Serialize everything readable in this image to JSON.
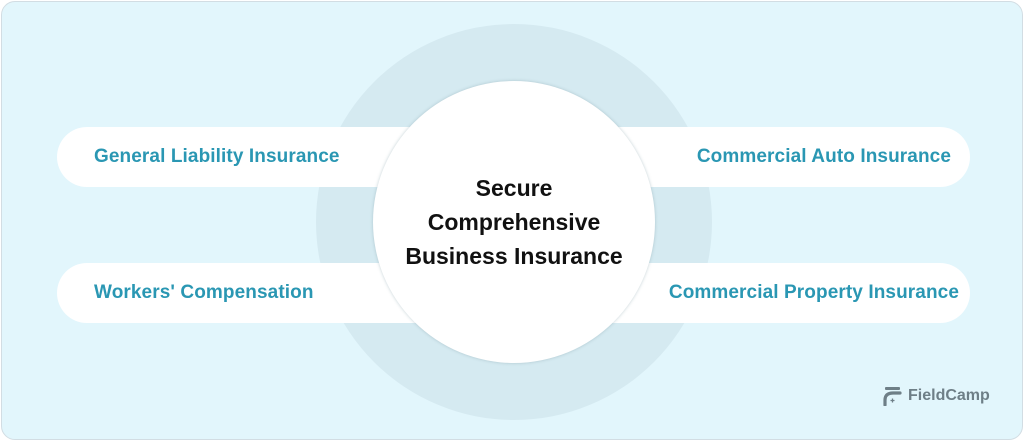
{
  "diagram": {
    "center": {
      "lines": [
        "Secure",
        "Comprehensive",
        "Business Insurance"
      ]
    },
    "items": [
      {
        "position": "top-left",
        "label": "General Liability Insurance"
      },
      {
        "position": "top-right",
        "label": "Commercial Auto Insurance"
      },
      {
        "position": "bottom-left",
        "label": "Workers' Compensation"
      },
      {
        "position": "bottom-right",
        "label": "Commercial Property Insurance"
      }
    ],
    "colors": {
      "background": "#e2f6fc",
      "ring": "#d5eaf1",
      "pill": "#ffffff",
      "item_text": "#2a97b3",
      "center_text": "#111111",
      "brand_text": "#6e7f87"
    }
  },
  "brand": {
    "icon": "fieldcamp-logo-icon",
    "name": "FieldCamp"
  }
}
